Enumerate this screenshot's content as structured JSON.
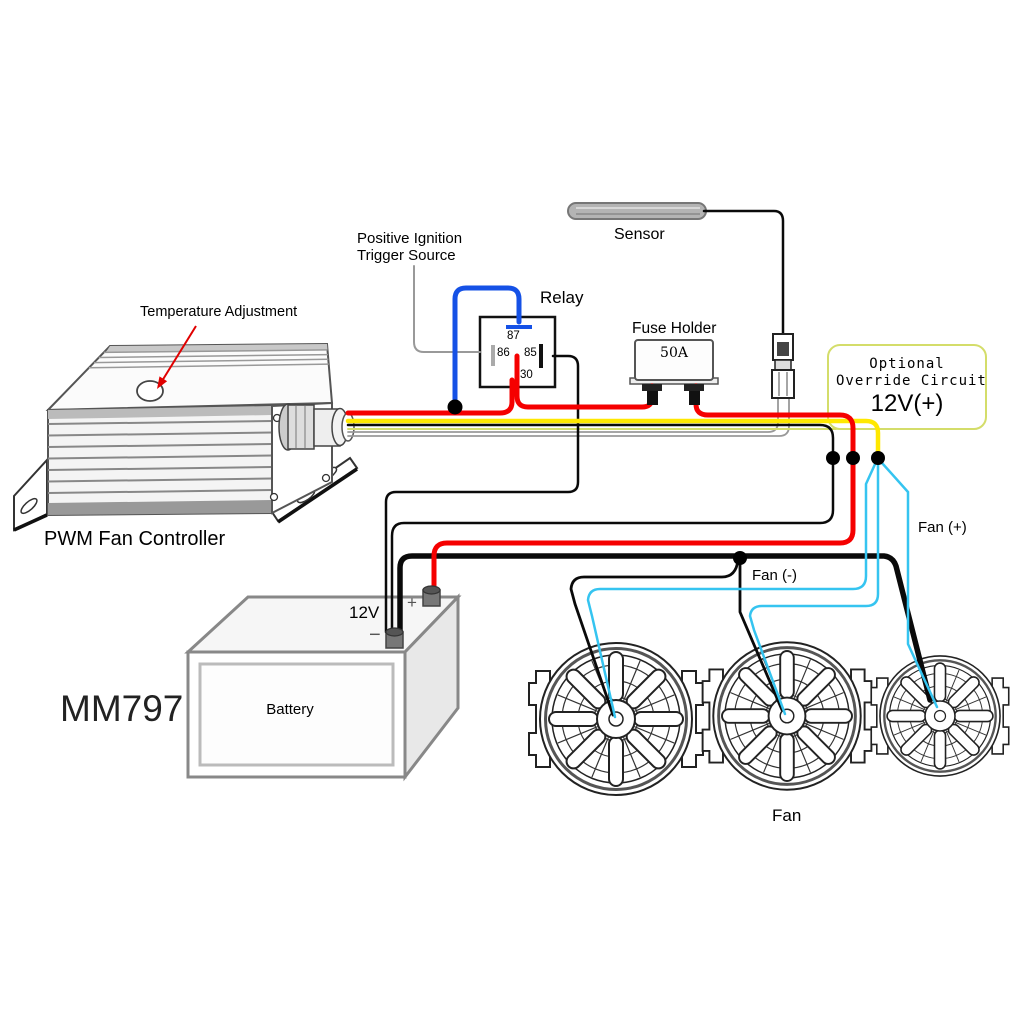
{
  "product": {
    "code": "MM797"
  },
  "controller": {
    "name": "PWM Fan Controller",
    "adjustment": "Temperature Adjustment"
  },
  "ignition": {
    "line1": "Positive Ignition",
    "line2": "Trigger Source"
  },
  "relay": {
    "name": "Relay",
    "pin87": "87",
    "pin86": "86",
    "pin85": "85",
    "pin30": "30"
  },
  "fuse": {
    "name": "Fuse Holder",
    "rating": "50A"
  },
  "sensor": {
    "name": "Sensor"
  },
  "override": {
    "line1": "Optional",
    "line2": "Override Circuit",
    "line3": "12V(+)"
  },
  "battery": {
    "name": "Battery",
    "voltage": "12V",
    "plus": "+",
    "minus": "−"
  },
  "fan": {
    "name": "Fan",
    "positive": "Fan (+)",
    "negative": "Fan (-)"
  },
  "colors": {
    "power_red": "#f50000",
    "trigger_blue": "#1551e6",
    "fan_feed_yellow": "#ffe800",
    "override_green": "#d4dd6a",
    "fan_branch_cyan": "#35c4f0",
    "ground_black": "#0a0a0a",
    "sensor_gray": "#999999"
  }
}
